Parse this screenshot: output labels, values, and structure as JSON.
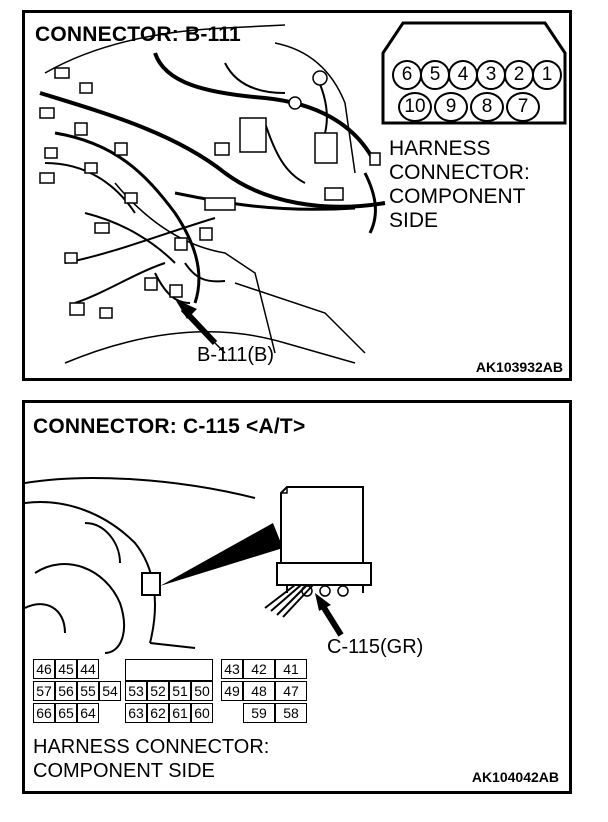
{
  "panel_top": {
    "title": "CONNECTOR: B-111",
    "connector_view_label": [
      "HARNESS",
      "CONNECTOR:",
      "COMPONENT",
      "SIDE"
    ],
    "pins_row1": [
      "6",
      "5",
      "4",
      "3",
      "2",
      "1"
    ],
    "pins_row2": [
      "10",
      "9",
      "8",
      "7"
    ],
    "callout": "B-111(B)",
    "figure_code": "AK103932AB"
  },
  "panel_bottom": {
    "title": "CONNECTOR: C-115 <A/T>",
    "callout": "C-115(GR)",
    "connector_view_label": [
      "HARNESS CONNECTOR:",
      "COMPONENT SIDE"
    ],
    "figure_code": "AK104042AB",
    "grid_left": {
      "row1": [
        "46",
        "45",
        "44"
      ],
      "row2": [
        "57",
        "56",
        "55",
        "54"
      ],
      "row3": [
        "66",
        "65",
        "64"
      ]
    },
    "grid_mid": {
      "row2": [
        "53",
        "52",
        "51",
        "50"
      ],
      "row3": [
        "63",
        "62",
        "61",
        "60"
      ]
    },
    "grid_right": {
      "row1": [
        "43",
        "42",
        "41"
      ],
      "row2": [
        "49",
        "48",
        "47"
      ],
      "row3": [
        "59",
        "58"
      ]
    }
  }
}
